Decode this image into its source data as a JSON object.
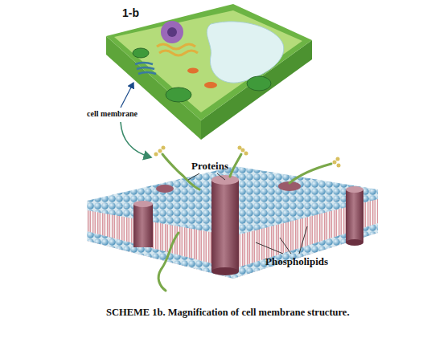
{
  "diagram": {
    "caption": "SCHEME 1b. Magnification of cell membrane structure.",
    "labels": [
      "1-b",
      "cell membrane",
      "Proteins",
      "Phospholipids"
    ]
  }
}
